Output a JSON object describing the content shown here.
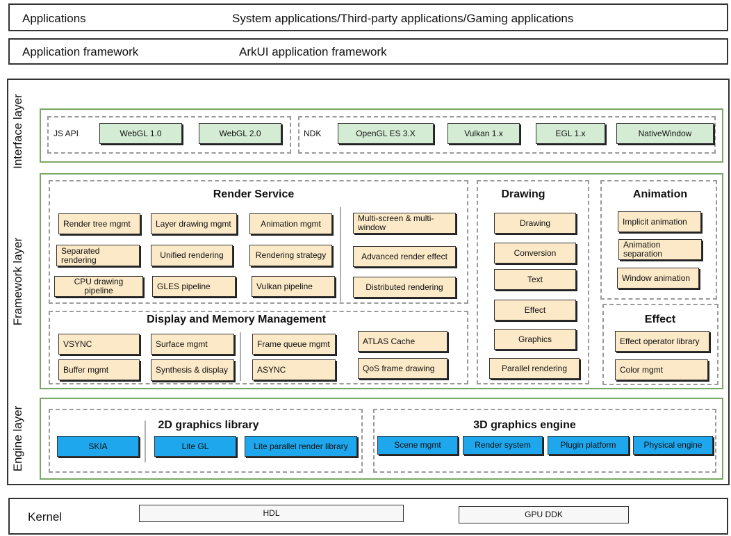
{
  "applications": {
    "label": "Applications",
    "content": "System applications/Third-party applications/Gaming applications"
  },
  "app_framework": {
    "label": "Application framework",
    "content": "ArkUI application framework"
  },
  "layers": {
    "interface": "Interface layer",
    "framework": "Framework layer",
    "engine": "Engine layer"
  },
  "interface": {
    "js_api_label": "JS API",
    "js_api_items": [
      "WebGL 1.0",
      "WebGL 2.0"
    ],
    "ndk_label": "NDK",
    "ndk_items": [
      "OpenGL ES 3.X",
      "Vulkan 1.x",
      "EGL 1.x",
      "NativeWindow"
    ]
  },
  "render_service": {
    "title": "Render Service",
    "items": [
      "Render tree mgmt",
      "Layer drawing mgmt",
      "Animation mgmt",
      "Separated rendering",
      "Unified rendering",
      "Rendering strategy",
      "CPU drawing pipeline",
      "GLES pipeline",
      "Vulkan pipeline"
    ],
    "right_items": [
      "Multi-screen & multi-window",
      "Advanced render effect",
      "Distributed rendering"
    ]
  },
  "display_memory": {
    "title": "Display and Memory Management",
    "items": [
      "VSYNC",
      "Surface mgmt",
      "Buffer mgmt",
      "Synthesis & display",
      "Frame queue mgmt",
      "ASYNC",
      "ATLAS Cache",
      "QoS frame drawing"
    ]
  },
  "drawing": {
    "title": "Drawing",
    "items": [
      "Drawing",
      "Conversion",
      "Text",
      "Effect",
      "Graphics",
      "Parallel rendering"
    ]
  },
  "animation": {
    "title": "Animation",
    "items": [
      "Implicit animation",
      "Animation separation",
      "Window animation"
    ]
  },
  "effect": {
    "title": "Effect",
    "items": [
      "Effect operator library",
      "Color mgmt"
    ]
  },
  "graphics_2d": {
    "title": "2D graphics library",
    "items": [
      "SKIA",
      "Lite GL",
      "Lite parallel render library"
    ]
  },
  "engine_3d": {
    "title": "3D graphics engine",
    "items": [
      "Scene mgmt",
      "Render system",
      "Plugin platform",
      "Physical engine"
    ]
  },
  "kernel": {
    "label": "Kernel",
    "items": [
      "HDL",
      "GPU DDK"
    ]
  },
  "colors": {
    "green_box": "#d4ebd4",
    "yellow_box": "#fbe9c7",
    "blue_box": "#1ea7ec",
    "green_frame": "#7aa864"
  }
}
